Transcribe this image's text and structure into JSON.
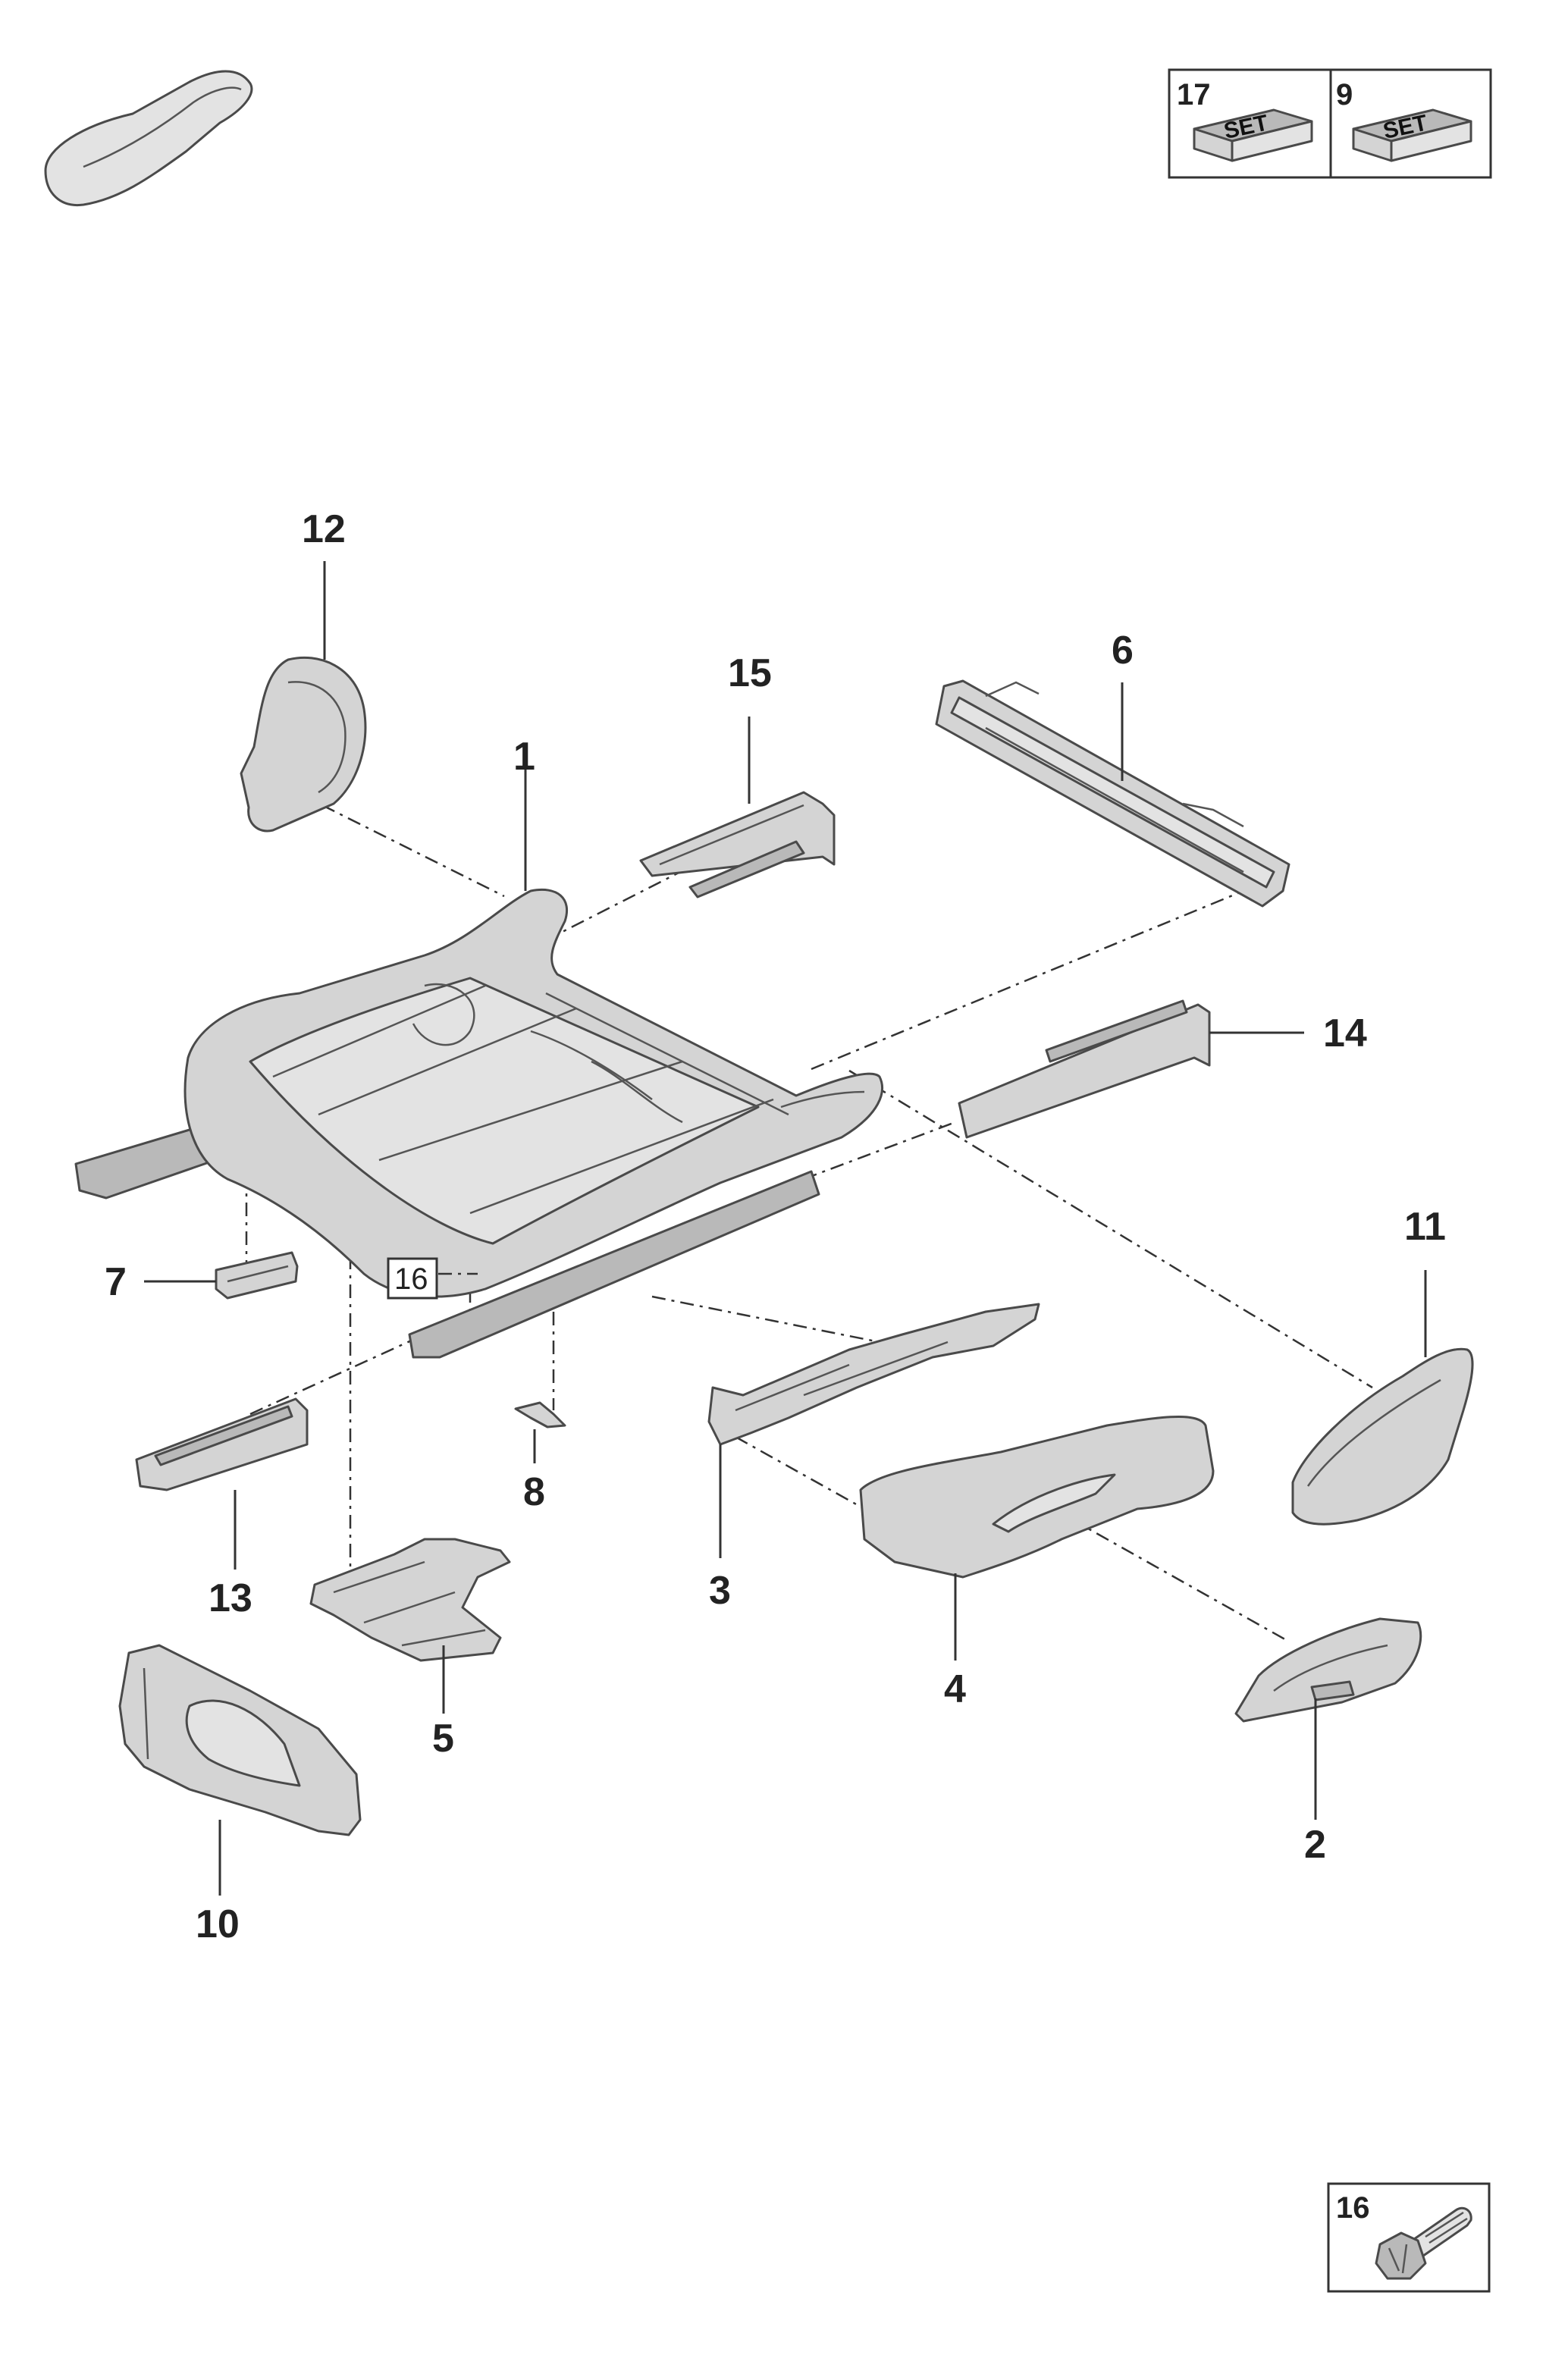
{
  "set_badges": [
    {
      "number": "17",
      "label": "SET"
    },
    {
      "number": "9",
      "label": "SET"
    }
  ],
  "screw_badge": {
    "number": "16"
  },
  "inline_reference": {
    "number": "16"
  },
  "callouts": {
    "c1": "1",
    "c2": "2",
    "c3": "3",
    "c4": "4",
    "c5": "5",
    "c6": "6",
    "c7": "7",
    "c8": "8",
    "c10": "10",
    "c11": "11",
    "c12": "12",
    "c13": "13",
    "c14": "14",
    "c15": "15"
  },
  "icons": {
    "vehicle": "car-silhouette-icon",
    "kit": "set-box-icon",
    "fastener": "screw-icon"
  }
}
